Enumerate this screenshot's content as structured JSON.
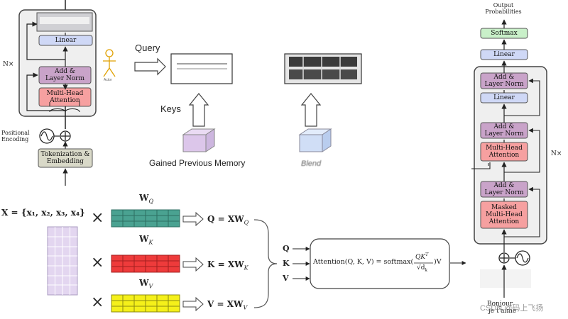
{
  "encoder": {
    "n_label": "N×",
    "linear": "Linear",
    "add_norm": "Add &\nLayer Norm",
    "mha": "Multi-Head\nAttention",
    "positional": "Positional\nEncoding",
    "tokenization": "Tokenization &\nEmbedding"
  },
  "middle": {
    "query": "Query",
    "keys": "Keys",
    "actor": "Actor",
    "memory": "Gained Previous Memory",
    "blurred": "Blend"
  },
  "math": {
    "x_eq": "X = {x₁, x₂, x₃, x₄}",
    "wq": "W",
    "wq_sub": "Q",
    "wk": "W",
    "wk_sub": "K",
    "wv": "W",
    "wv_sub": "V",
    "q_eq": "Q = XW",
    "q_sub": "Q",
    "k_eq": "K = XW",
    "k_sub": "K",
    "v_eq": "V = XW",
    "v_sub": "V",
    "q": "Q",
    "k": "K",
    "v": "V",
    "times": "×",
    "attn": "Attention(Q, K, V) = softmax(",
    "attn_frac_num": "QK",
    "attn_frac_sup": "T",
    "attn_frac_den": "√d",
    "attn_frac_den_sub": "k",
    "attn_tail": ")V"
  },
  "decoder": {
    "output": "Output\nProbabilities",
    "softmax": "Softmax",
    "linear_top": "Linear",
    "add_norm1": "Add &\nLayer Norm",
    "linear_inner": "Linear",
    "add_norm2": "Add &\nLayer Norm",
    "mha": "Multi-Head\nAttention",
    "add_norm3": "Add &\nLayer Norm",
    "masked": "Masked\nMulti-Head\nAttention",
    "n_label": "N×",
    "input1": "Bonjour",
    "input2": "je t'aime"
  },
  "watermark": "CSDN @码上飞扬",
  "colors": {
    "linear": "#cfd8f6",
    "addnorm": "#c9a3c9",
    "mha": "#f6a0a0",
    "softmax": "#c9f0c9",
    "token": "#d9d9c8",
    "teal": "#4aa291",
    "red": "#ee3b3b",
    "yellow": "#f5f01a",
    "lavender": "#e3d6f0"
  }
}
